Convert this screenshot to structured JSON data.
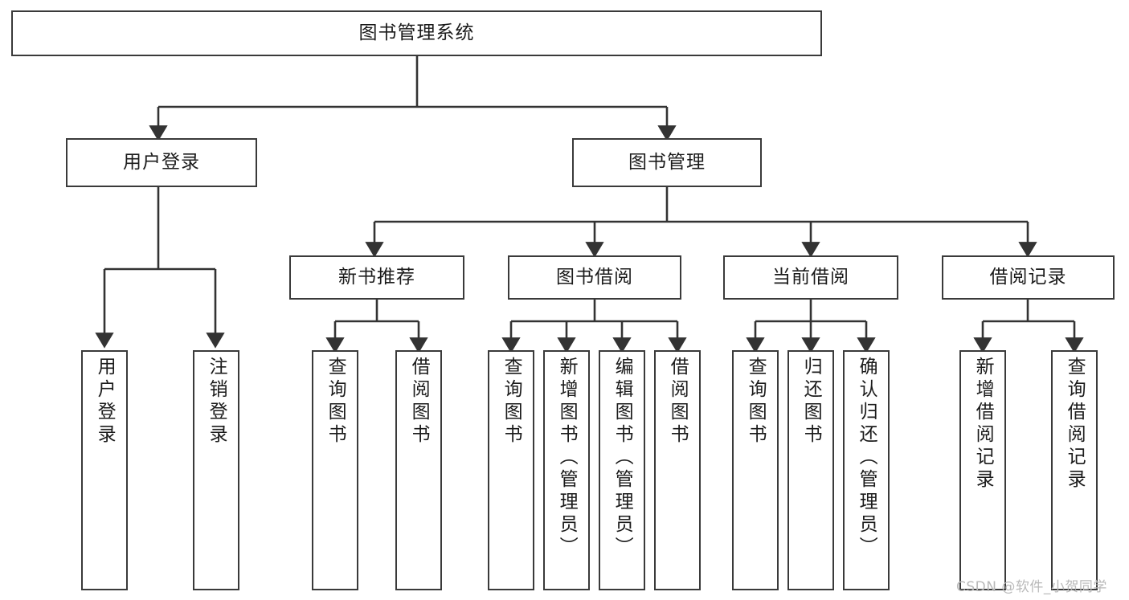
{
  "diagram": {
    "title": "图书管理系统",
    "type": "tree-hierarchy",
    "watermark": "CSDN @软件_小贺同学",
    "colors": {
      "box_border": "#3a3a3a",
      "box_fill": "#ffffff",
      "connector": "#333333",
      "text": "#1b1b1b",
      "watermark": "#b9b9b9",
      "background": "#ffffff"
    },
    "root": {
      "label": "图书管理系统"
    },
    "level2": [
      {
        "id": "user-login",
        "label": "用户登录"
      },
      {
        "id": "book-manage",
        "label": "图书管理"
      }
    ],
    "level3": [
      {
        "id": "new-book-recommend",
        "label": "新书推荐",
        "parent": "book-manage"
      },
      {
        "id": "book-borrow",
        "label": "图书借阅",
        "parent": "book-manage"
      },
      {
        "id": "current-borrow",
        "label": "当前借阅",
        "parent": "book-manage"
      },
      {
        "id": "borrow-record",
        "label": "借阅记录",
        "parent": "book-manage"
      }
    ],
    "leaves": [
      {
        "id": "leaf-user-login",
        "label": "用户登录",
        "parent": "user-login"
      },
      {
        "id": "leaf-logout-login",
        "label": "注销登录",
        "parent": "user-login"
      },
      {
        "id": "leaf-query-book-1",
        "label": "查询图书",
        "parent": "new-book-recommend"
      },
      {
        "id": "leaf-borrow-book-1",
        "label": "借阅图书",
        "parent": "new-book-recommend"
      },
      {
        "id": "leaf-query-book-2",
        "label": "查询图书",
        "parent": "book-borrow"
      },
      {
        "id": "leaf-add-book",
        "label": "新增图书（管理员）",
        "parent": "book-borrow"
      },
      {
        "id": "leaf-edit-book",
        "label": "编辑图书（管理员）",
        "parent": "book-borrow"
      },
      {
        "id": "leaf-borrow-book-2",
        "label": "借阅图书",
        "parent": "book-borrow"
      },
      {
        "id": "leaf-query-book-3",
        "label": "查询图书",
        "parent": "current-borrow"
      },
      {
        "id": "leaf-return-book",
        "label": "归还图书",
        "parent": "current-borrow"
      },
      {
        "id": "leaf-confirm-return",
        "label": "确认归还（管理员）",
        "parent": "current-borrow"
      },
      {
        "id": "leaf-add-record",
        "label": "新增借阅记录",
        "parent": "borrow-record"
      },
      {
        "id": "leaf-query-record",
        "label": "查询借阅记录",
        "parent": "borrow-record"
      }
    ]
  }
}
